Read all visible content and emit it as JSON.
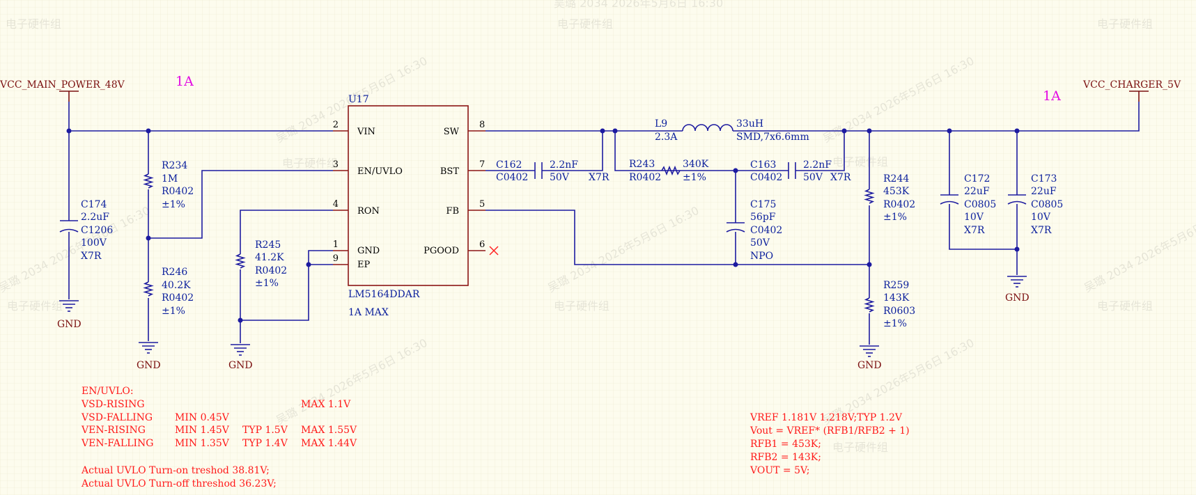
{
  "nets": {
    "vin_name": "VCC_MAIN_POWER_48V",
    "vin_current": "1A",
    "vout_name": "VCC_CHARGER_5V",
    "vout_current": "1A",
    "gnd": "GND"
  },
  "ic": {
    "ref": "U17",
    "part": "LM5164DDAR",
    "note": "1A MAX",
    "pins_left": [
      {
        "num": "2",
        "name": "VIN"
      },
      {
        "num": "3",
        "name": "EN/UVLO"
      },
      {
        "num": "4",
        "name": "RON"
      },
      {
        "num": "1",
        "name": "GND"
      },
      {
        "num": "9",
        "name": "EP"
      }
    ],
    "pins_right": [
      {
        "num": "8",
        "name": "SW"
      },
      {
        "num": "7",
        "name": "BST"
      },
      {
        "num": "5",
        "name": "FB"
      },
      {
        "num": "6",
        "name": "PGOOD"
      }
    ]
  },
  "components": {
    "C174": [
      "C174",
      "2.2uF",
      "C1206",
      "100V",
      "X7R"
    ],
    "R234": [
      "R234",
      "1M",
      "R0402",
      "±1%"
    ],
    "R246": [
      "R246",
      "40.2K",
      "R0402",
      "±1%"
    ],
    "R245": [
      "R245",
      "41.2K",
      "R0402",
      "±1%"
    ],
    "C162": {
      "ref": "C162",
      "pkg": "C0402",
      "value": "2.2nF",
      "voltage": "50V",
      "dielectric": "X7R"
    },
    "L9": {
      "ref": "L9",
      "current": "2.3A",
      "value": "33uH",
      "pkg": "SMD,7x6.6mm"
    },
    "R243": {
      "ref": "R243",
      "pkg": "R0402",
      "value": "340K",
      "tol": "±1%"
    },
    "C163": {
      "ref": "C163",
      "pkg": "C0402",
      "value": "2.2nF",
      "voltage": "50V",
      "dielectric": "X7R"
    },
    "C175": [
      "C175",
      "56pF",
      "C0402",
      "50V",
      "NPO"
    ],
    "R244": [
      "R244",
      "453K",
      "R0402",
      "±1%"
    ],
    "R259": [
      "R259",
      "143K",
      "R0603",
      "±1%"
    ],
    "C172": [
      "C172",
      "22uF",
      "C0805",
      "10V",
      "X7R"
    ],
    "C173": [
      "C173",
      "22uF",
      "C0805",
      "10V",
      "X7R"
    ]
  },
  "notes_left": {
    "title": "EN/UVLO:",
    "rows": [
      {
        "name": "VSD-RISING",
        "min": "",
        "typ": "",
        "max": "MAX  1.1V"
      },
      {
        "name": "VSD-FALLING",
        "min": "MIN  0.45V",
        "typ": "",
        "max": ""
      },
      {
        "name": "VEN-RISING",
        "min": "MIN 1.45V",
        "typ": "TYP 1.5V",
        "max": "MAX 1.55V"
      },
      {
        "name": "VEN-FALLING",
        "min": "MIN 1.35V",
        "typ": "TYP 1.4V",
        "max": "MAX 1.44V"
      }
    ],
    "turn_on": "Actual UVLO Turn-on treshod  38.81V;",
    "turn_off": "Actual UVLO Turn-off threshod 36.23V;"
  },
  "notes_right": [
    "VREF  1.181V 1.218V;TYP 1.2V",
    "Vout = VREF*  (RFB1/RFB2 + 1)",
    "RFB1 = 453K;",
    "RFB2 = 143K;",
    "VOUT = 5V;"
  ],
  "watermarks": [
    "吴璐 2034 2026年5月6日 16:30",
    "电子硬件组"
  ],
  "colors": {
    "wire": "#1d1ba0",
    "net": "#7b1010",
    "note": "#ff1a1a",
    "current": "#e30be3",
    "grid": "#e9e4c8",
    "background": "#fdfcee"
  }
}
